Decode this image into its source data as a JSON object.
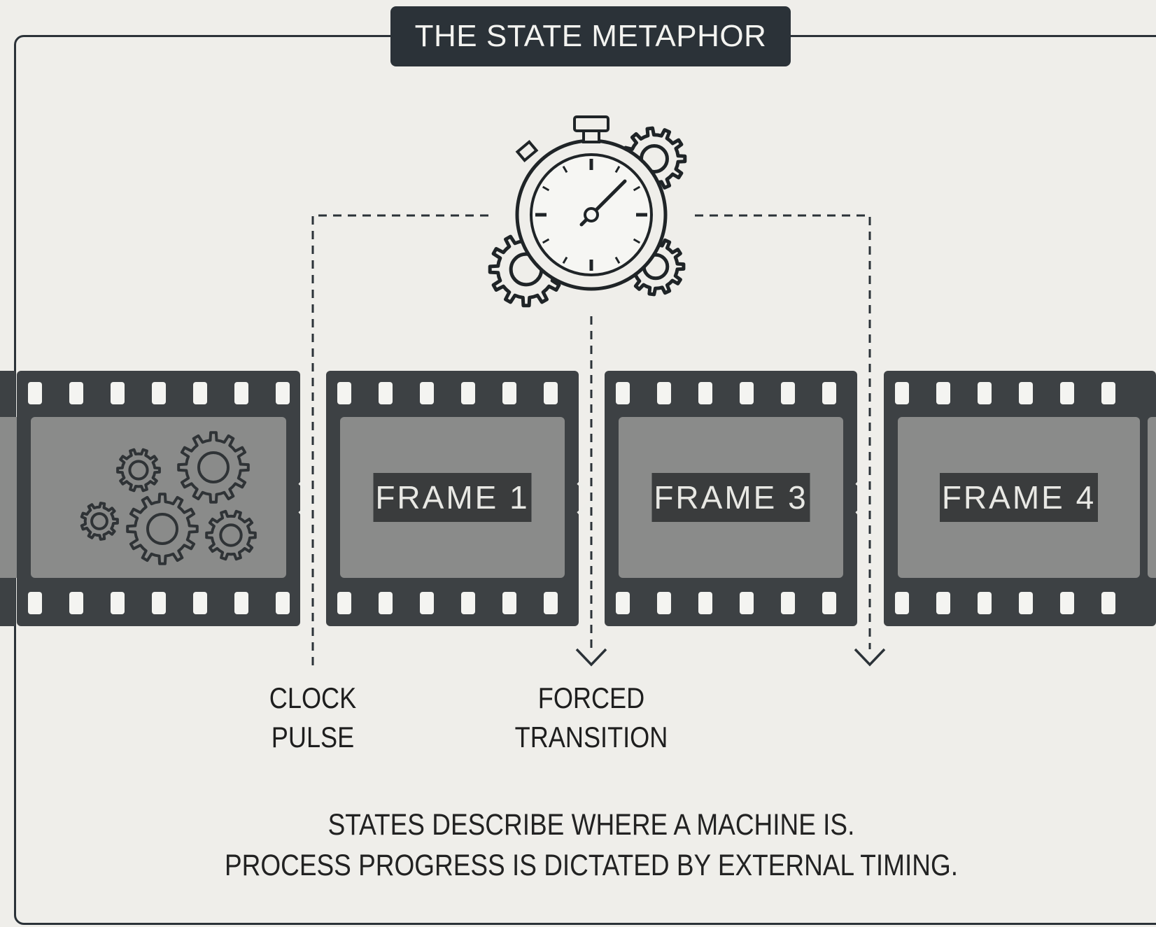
{
  "title": "THE STATE METAPHOR",
  "icons": {
    "stopwatch": "stopwatch-icon",
    "gears_small": "gear-icon",
    "gears_cluster": "gears-icon"
  },
  "frames": [
    {
      "label": ""
    },
    {
      "label": "FRAME 1"
    },
    {
      "label": "FRAME 3"
    },
    {
      "label": "FRAME 4"
    }
  ],
  "annotations": {
    "clock_pulse": [
      "CLOCK",
      "PULSE"
    ],
    "forced_transition": [
      "FORCED",
      "TRANSITION"
    ]
  },
  "caption": {
    "line1": "STATES DESCRIBE WHERE A MACHINE IS.",
    "line2": "PROCESS PROGRESS IS DICTATED BY EXTERNAL TIMING."
  },
  "colors": {
    "background": "#efeeea",
    "dark": "#2b3238",
    "film_strip": "#3d4144",
    "frame_inner": "#8a8b8a"
  }
}
